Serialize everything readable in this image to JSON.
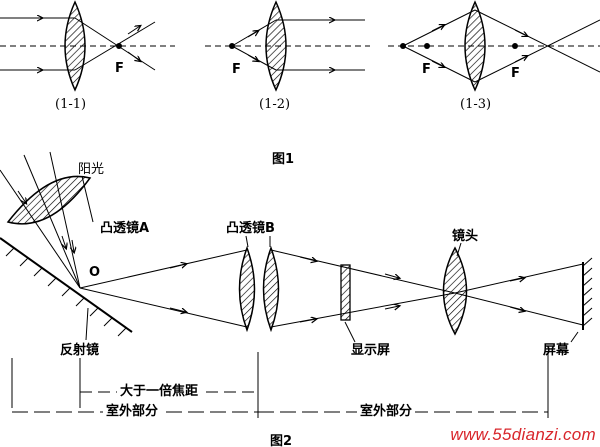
{
  "fig1": {
    "sub_labels": [
      "(1-1)",
      "(1-2)",
      "(1-3)"
    ],
    "focus_label": "F",
    "caption": "图1"
  },
  "fig2": {
    "sunlight": "阳光",
    "lens_a": "凸透镜A",
    "point_o": "O",
    "lens_b": "凸透镜B",
    "lens_head": "镜头",
    "reflector": "反射镜",
    "display": "显示屏",
    "screen": "屏幕",
    "focal_dim": "大于一倍焦距",
    "outdoor_part": "室外部分",
    "indoor_part": "室外部分",
    "caption": "图2"
  },
  "watermark": "www.55dianzi.com"
}
